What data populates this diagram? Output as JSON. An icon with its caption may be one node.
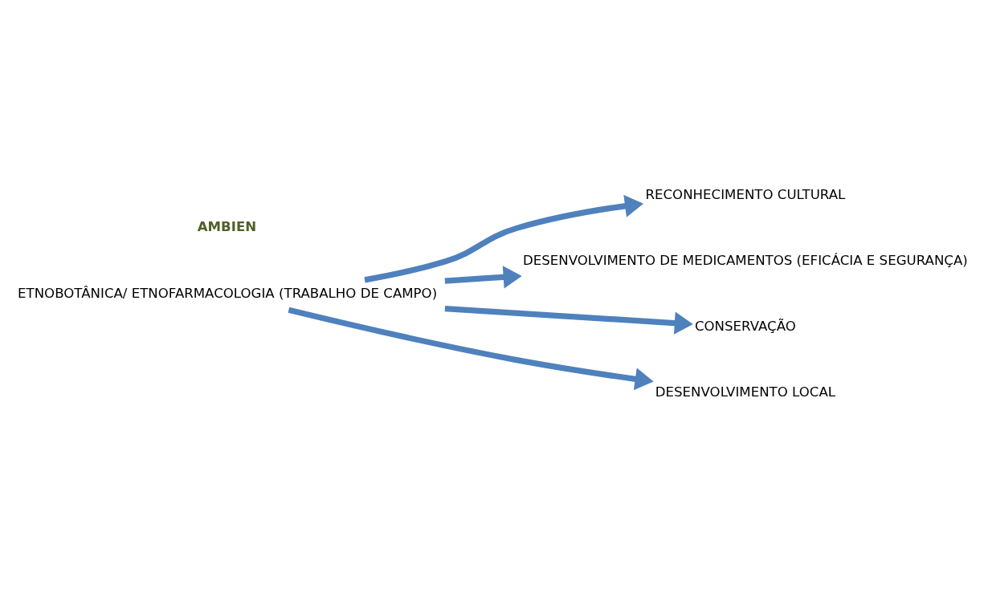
{
  "diagram": {
    "nodes": [
      {
        "text": [
          "ETNOBOTÂNICA/ ETNOFARMACOLOGIA (TRABALHO DE CAMPO)"
        ]
      },
      {
        "text": [
          "RECONHECIMENTO CULTURAL"
        ]
      },
      {
        "text": [
          "DESENVOLVIMENTO DE MEDICAMENTOS (EFICÁCIA E SEGURANÇA)"
        ]
      },
      {
        "text": [
          "CONSERVAÇÃO"
        ]
      },
      {
        "text": [
          "DESENVOLVIMENTO LOCAL"
        ]
      }
    ],
    "edges": [
      {
        "from": 0,
        "to": 1,
        "arrow": "to"
      },
      {
        "from": 0,
        "to": 2,
        "arrow": "to"
      },
      {
        "from": 0,
        "to": 3,
        "arrow": "to"
      },
      {
        "from": 0,
        "to": 4,
        "arrow": "to"
      }
    ],
    "labels": [
      "AMBIEN"
    ]
  }
}
